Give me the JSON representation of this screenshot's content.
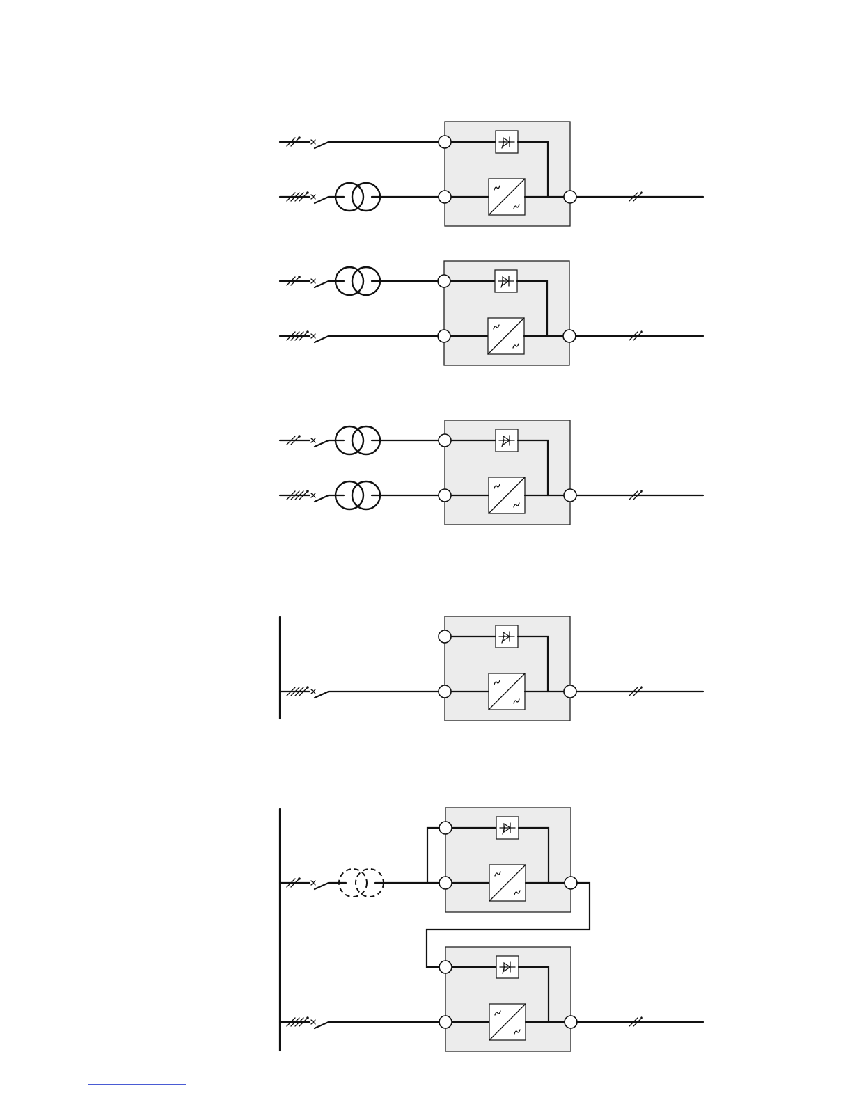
{
  "diagrams": [
    {
      "id": "config-1",
      "transformer_on": "normal"
    },
    {
      "id": "config-2",
      "transformer_on": "bypass"
    },
    {
      "id": "config-3",
      "transformer_on": "both"
    },
    {
      "id": "config-4",
      "transformer_on": "none",
      "common_source_bus": true
    },
    {
      "id": "config-5",
      "transformer_on": "shared-optional",
      "common_source_bus": true,
      "ups_units": 2
    }
  ],
  "icons": [
    "breaker-icon",
    "transformer-icon",
    "static-switch-icon",
    "inverter-icon",
    "terminal-icon"
  ],
  "colors": {
    "box_fill": "#ececec",
    "line": "#111111",
    "footer_rule": "#4a5bd4"
  }
}
